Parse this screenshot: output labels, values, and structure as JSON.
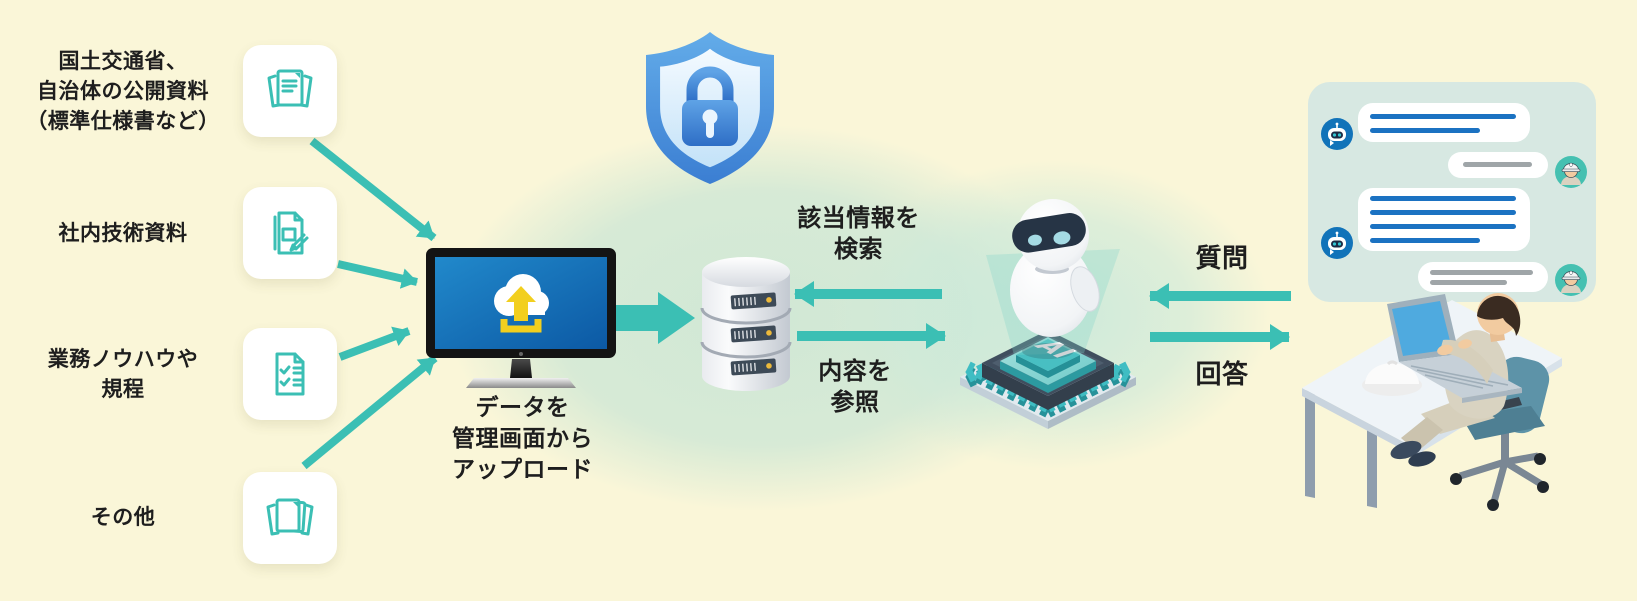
{
  "palette": {
    "background": "#FAF6D8",
    "glow_green": "#CEE7D5",
    "arrow_teal": "#3BBFB4",
    "text": "#1E1E1E",
    "card_white": "#FFFFFF",
    "chat_panel": "#D7E8E2",
    "chat_line_blue": "#1B72C2",
    "chat_line_gray": "#9FA5A8",
    "bot_avatar_blue": "#1173B9",
    "user_avatar_teal": "#45C0B1",
    "shield_blue": "#3B7ED2",
    "screen_blue": "#1778BE",
    "upload_yellow": "#F2CF1E"
  },
  "sources": [
    {
      "id": "public-docs",
      "label": "国土交通省、\n自治体の公開資料\n（標準仕様書など）",
      "icon": "documents-stack-icon"
    },
    {
      "id": "internal-tech-docs",
      "label": "社内技術資料",
      "icon": "technical-document-icon"
    },
    {
      "id": "knowhow-rules",
      "label": "業務ノウハウや\n規程",
      "icon": "checklist-document-icon"
    },
    {
      "id": "others",
      "label": "その他",
      "icon": "papers-icon"
    }
  ],
  "upload_station": {
    "caption": "データを\n管理画面から\nアップロード",
    "icon": "monitor-cloud-upload-icon"
  },
  "security": {
    "icon": "shield-lock-icon"
  },
  "database": {
    "icon": "database-icon"
  },
  "ai_unit": {
    "chip_label": "AI",
    "icon": "ai-robot-chip-icon"
  },
  "flow_labels": {
    "search": "該当情報を\n検索",
    "reference": "内容を\n参照",
    "question": "質問",
    "answer": "回答"
  },
  "chat": {
    "messages": [
      {
        "from": "bot",
        "placeholder_lines": 2
      },
      {
        "from": "user",
        "placeholder_lines": 1
      },
      {
        "from": "bot",
        "placeholder_lines": 4
      },
      {
        "from": "user",
        "placeholder_lines": 2
      }
    ]
  },
  "operator": {
    "icon": "worker-at-desk-illustration"
  }
}
